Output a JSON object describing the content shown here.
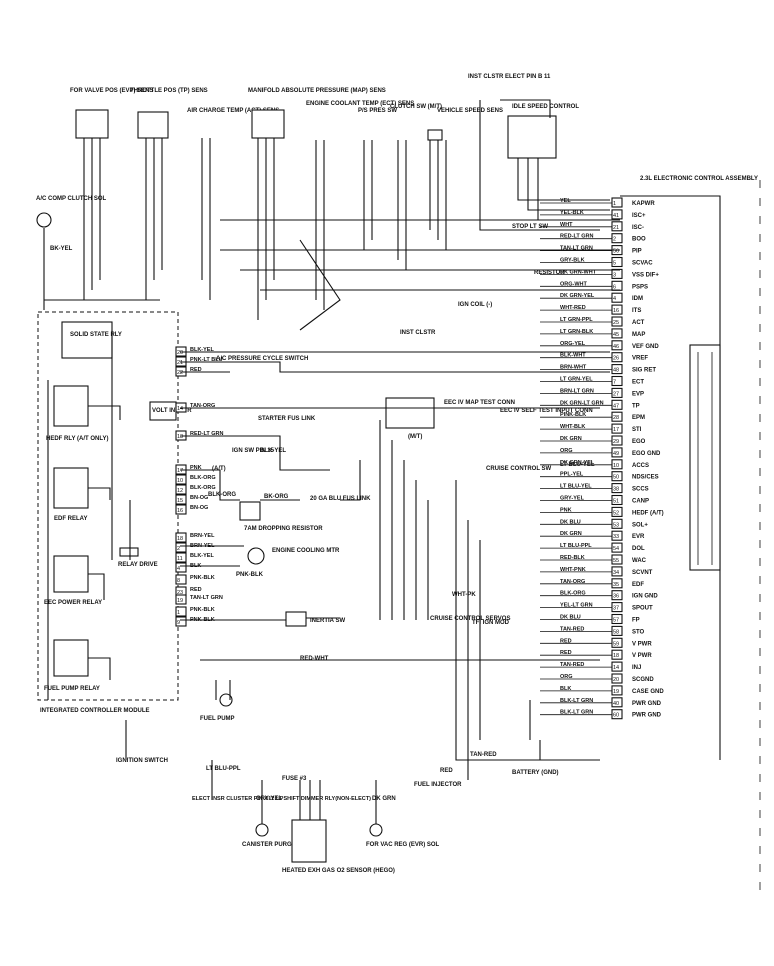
{
  "sensors": {
    "valve_pos": "FOR VALVE POS (EVP) SENS",
    "throttle_pos": "THROTTLE POS (TP) SENS",
    "air_charge": "AIR CHARGE TEMP (ACT) SENS",
    "manifold": "MANIFOLD ABSOLUTE PRESSURE (MAP) SENS",
    "engine_coolant": "ENGINE COOLANT TEMP (ECT) SENS",
    "ps_press": "P/S PRES SW",
    "clutch": "CLUTCH SW (M/T)",
    "vehicle_speed": "VEHICLE SPEED SENS",
    "inst_clstr": "INST CLSTR ELECT PIN B 11",
    "idle_speed": "IDLE SPEED CONTROL"
  },
  "module_title": "2.3L ELECTRONIC CONTROL ASSEMBLY",
  "left_components": {
    "ac_clutch": "A/C COMP CLUTCH SOL",
    "solid_state": "SOLID STATE RLY",
    "volt_inverter": "VOLT INVRTR",
    "hedf": "HEDF RLY (A/T ONLY)",
    "edf": "EDF RELAY",
    "relay_drive": "RELAY DRIVE",
    "eec_power": "EEC POWER RELAY",
    "fuel_pump_relay": "FUEL PUMP RELAY",
    "icm": "INTEGRATED CONTROLLER MODULE",
    "ignition": "IGNITION SWITCH",
    "fuel_pump": "FUEL PUMP"
  },
  "mid_components": {
    "ac_pressure": "A/C PRESSURE CYCLE SWITCH",
    "starter_fuse": "STARTER FUS LINK",
    "ign_sw": "IGN SW PIN 15",
    "fuse_link": "20 GA BLU FUS LINK",
    "resistor": "7AM DROPPING RESISTOR",
    "cooling_fan": "ENGINE COOLING MTR",
    "inertia": "INERTIA SW",
    "cruise_sw": "CRUISE CONTROL SW",
    "cruise_servo": "CRUISE CONTROL SERVOS",
    "tfi": "TFI IGN MOD",
    "fuel_inj": "FUEL INJECTOR",
    "battery": "BATTERY (GND)",
    "elect_info": "ELECT INSR CLUSTER PIN A12 UPSHIFT DIMMER RLY(NON-ELECT)",
    "canister": "CANISTER PURGE SOL",
    "heated_o2": "HEATED EXH GAS O2 SENSOR (HEGO)",
    "vac_reg": "FOR VAC REG (EVR) SOL",
    "fuse3": "FUSE #3",
    "stop_sw": "STOP LT SW",
    "resistor2": "RESISTOR",
    "ign_coil": "IGN COIL (-)",
    "inst_clstr2": "INST CLSTR",
    "eec_map": "EEC IV MAP TEST CONN",
    "eec_self": "EEC IV SELF TEST INPUT CONN"
  },
  "ecu_pins": [
    {
      "pin": "1",
      "label": "KAPWR",
      "wire": "YEL"
    },
    {
      "pin": "41",
      "label": "ISC+",
      "wire": "YEL-BLK"
    },
    {
      "pin": "21",
      "label": "ISC-",
      "wire": "WHT"
    },
    {
      "pin": "2",
      "label": "BOO",
      "wire": "RED-LT GRN"
    },
    {
      "pin": "56",
      "label": "PIP",
      "wire": "TAN-LT GRN"
    },
    {
      "pin": "5",
      "label": "SCVAC",
      "wire": "GRY-BLK"
    },
    {
      "pin": "3",
      "label": "VSS DIF+",
      "wire": "DK GRN-WHT"
    },
    {
      "pin": "6",
      "label": "PSPS",
      "wire": "ORG-WHT"
    },
    {
      "pin": "4",
      "label": "IDM",
      "wire": "DK GRN-YEL"
    },
    {
      "pin": "16",
      "label": "ITS",
      "wire": "WHT-RED"
    },
    {
      "pin": "25",
      "label": "ACT",
      "wire": "LT GRN-PPL"
    },
    {
      "pin": "45",
      "label": "MAP",
      "wire": "LT GRN-BLK"
    },
    {
      "pin": "46",
      "label": "VEF GND",
      "wire": "ORG-YEL"
    },
    {
      "pin": "26",
      "label": "VREF",
      "wire": "BLK-WHT"
    },
    {
      "pin": "48",
      "label": "SIG RET",
      "wire": "BRN-WHT"
    },
    {
      "pin": "7",
      "label": "ECT",
      "wire": "LT GRN-YEL"
    },
    {
      "pin": "27",
      "label": "EVP",
      "wire": "BRN-LT GRN"
    },
    {
      "pin": "47",
      "label": "TP",
      "wire": "DK GRN-LT GRN"
    },
    {
      "pin": "28",
      "label": "EPM",
      "wire": "PINK-BLK"
    },
    {
      "pin": "17",
      "label": "STI",
      "wire": "WHT-BLK"
    },
    {
      "pin": "29",
      "label": "EGO",
      "wire": "DK GRN"
    },
    {
      "pin": "49",
      "label": "EGO GND",
      "wire": "ORG"
    },
    {
      "pin": "10",
      "label": "ACCS",
      "wire": "DK GRN-YEL"
    },
    {
      "pin": "50",
      "label": "NDS/CES",
      "wire": "PPL-YEL"
    },
    {
      "pin": "38",
      "label": "SCCS",
      "wire": "LT BLU-YEL"
    },
    {
      "pin": "51",
      "label": "CANP",
      "wire": "GRY-YEL"
    },
    {
      "pin": "52",
      "label": "HEDF (A/T)",
      "wire": "PNK"
    },
    {
      "pin": "53",
      "label": "SOL+",
      "wire": "DK BLU"
    },
    {
      "pin": "33",
      "label": "EVR",
      "wire": "DK GRN"
    },
    {
      "pin": "54",
      "label": "DOL",
      "wire": "LT BLU-PPL"
    },
    {
      "pin": "55",
      "label": "WAC",
      "wire": "RED-BLK"
    },
    {
      "pin": "34",
      "label": "SCVNT",
      "wire": "WHT-PNK"
    },
    {
      "pin": "35",
      "label": "EDF",
      "wire": "TAN-ORG"
    },
    {
      "pin": "36",
      "label": "IGN GND",
      "wire": "BLK-ORG"
    },
    {
      "pin": "37",
      "label": "SPOUT",
      "wire": "YEL-LT GRN"
    },
    {
      "pin": "57",
      "label": "FP",
      "wire": "DK BLU"
    },
    {
      "pin": "58",
      "label": "STO",
      "wire": "TAN-RED"
    },
    {
      "pin": "59",
      "label": "V PWR",
      "wire": "RED"
    },
    {
      "pin": "18",
      "label": "V PWR",
      "wire": "RED"
    },
    {
      "pin": "14",
      "label": "INJ",
      "wire": "TAN-RED"
    },
    {
      "pin": "20",
      "label": "SCGND",
      "wire": "ORG"
    },
    {
      "pin": "19",
      "label": "CASE GND",
      "wire": "BLK"
    },
    {
      "pin": "40",
      "label": "PWR GND",
      "wire": "BLK-LT GRN"
    },
    {
      "pin": "60",
      "label": "PWR GND",
      "wire": "BLK-LT GRN"
    }
  ],
  "icm_pins": [
    {
      "pin": "20",
      "label": "BLK-YEL"
    },
    {
      "pin": "21",
      "label": "PNK-LT BLU"
    },
    {
      "pin": "22",
      "label": "RED"
    },
    {
      "pin": "14",
      "label": "TAN-ORG"
    },
    {
      "pin": "13",
      "label": "RED-LT GRN"
    },
    {
      "pin": "17",
      "label": "PNK"
    },
    {
      "pin": "10",
      "label": "BLK-ORG"
    },
    {
      "pin": "12",
      "label": "BLK-ORG"
    },
    {
      "pin": "15",
      "label": "BN-OG"
    },
    {
      "pin": "16",
      "label": "BN-OG"
    },
    {
      "pin": "18",
      "label": "BRN-YEL"
    },
    {
      "pin": "2",
      "label": "BRN-YEL"
    },
    {
      "pin": "11",
      "label": "BLK-YEL"
    },
    {
      "pin": "4",
      "label": "BLK"
    },
    {
      "pin": "8",
      "label": "PNK-BLK"
    },
    {
      "pin": "23",
      "label": "RED"
    },
    {
      "pin": "19",
      "label": "TAN-LT GRN"
    },
    {
      "pin": "1",
      "label": "PNK-BLK"
    },
    {
      "pin": "9",
      "label": "PNK-BLK"
    }
  ],
  "misc_labels": {
    "at": "(A/T)",
    "mt": "(M/T)",
    "wht_pk": "WHT-PK",
    "blk_org": "BLK-ORG",
    "bk_org": "BK-ORG",
    "pnk_blk": "PNK-BLK",
    "red_wht": "RED-WHT",
    "blk_yel": "BLK-YEL",
    "tan_red": "TAN-RED",
    "lt_blu_yel": "LT BLU-YEL",
    "red": "RED",
    "dk_grn": "DK GRN",
    "lt_blu_ppl": "LT BLU-PPL",
    "gry_yel": "GRY-YEL",
    "bk_yel": "BK-YEL"
  }
}
